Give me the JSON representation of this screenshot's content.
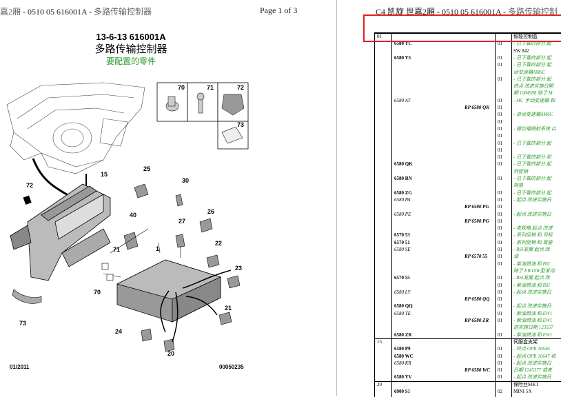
{
  "header": {
    "left_prefix": "嘉2厢",
    "left_text": " - 0510 05 616001A - ",
    "left_suffix": "多路传输控制器",
    "page": "Page 1 of 3",
    "right_prefix": "C4 凯旋  世嘉2厢",
    "right_text": " - 0510 05 616001A - ",
    "right_suffix": "多路传输控制"
  },
  "left_page": {
    "ref_code": "13-6-13 616001A",
    "title": "多路传输控制器",
    "subtitle": "要配置的零件",
    "footer_date": "01/2011",
    "footer_code": "00050235",
    "callouts": [
      "70",
      "71",
      "72",
      "73",
      "15",
      "25",
      "30",
      "72",
      "40",
      "26",
      "27",
      "22",
      "71",
      "1",
      "23",
      "70",
      "21",
      "73",
      "24",
      "20"
    ]
  },
  "table": {
    "rows": [
      {
        "grp": "01",
        "code": "",
        "rp": "",
        "qty": "",
        "desc": "智能控制盒",
        "black": true
      },
      {
        "grp": "",
        "code": "6580 YC",
        "rp": "",
        "qty": "01",
        "desc": "- 已下载的部分  起"
      },
      {
        "grp": "",
        "code": "",
        "rp": "",
        "qty": "",
        "desc": "SW 842",
        "black": true
      },
      {
        "grp": "",
        "code": "6580 Y5",
        "rp": "",
        "qty": "01",
        "desc": "- 已下载的部分  起"
      },
      {
        "grp": "",
        "code": "",
        "rp": "",
        "qty": "01",
        "desc": "- 已下载的部分  起"
      },
      {
        "grp": "",
        "code": "",
        "rp": "",
        "qty": "",
        "desc": "动变速箱AM6C"
      },
      {
        "grp": "",
        "code": "",
        "rp": "",
        "qty": "01",
        "desc": "- 已下载的部分  起"
      },
      {
        "grp": "",
        "code": "",
        "rp": "",
        "qty": "",
        "desc": "终点  改进实施日期"
      },
      {
        "grp": "",
        "code": "",
        "rp": "",
        "qty": "",
        "desc": "期  1084988 除了  M"
      },
      {
        "grp": "",
        "code": "6580 AT",
        "italic": true,
        "rp": "",
        "qty": "01",
        "desc": "- MC 手动变速箱  和"
      },
      {
        "grp": "",
        "code": "",
        "rp": "RP 6580 QK",
        "qty": "01",
        "desc": ""
      },
      {
        "grp": "",
        "code": "",
        "rp": "",
        "qty": "01",
        "desc": "- 自动变速箱AM6C"
      },
      {
        "grp": "",
        "code": "",
        "rp": "",
        "qty": "01",
        "desc": ""
      },
      {
        "grp": "",
        "code": "",
        "rp": "",
        "qty": "01",
        "desc": "- 德尔福喷射系统  以"
      },
      {
        "grp": "",
        "code": "",
        "rp": "",
        "qty": "01",
        "desc": ""
      },
      {
        "grp": "",
        "code": "",
        "rp": "",
        "qty": "01",
        "desc": "- 已下载的部分  起"
      },
      {
        "grp": "",
        "code": "",
        "rp": "",
        "qty": "01",
        "desc": ""
      },
      {
        "grp": "",
        "code": "",
        "rp": "",
        "qty": "01",
        "desc": "- 已下载的部分  和"
      },
      {
        "grp": "",
        "code": "6580 QK",
        "rp": "",
        "qty": "01",
        "desc": "- 已下载的部分  起"
      },
      {
        "grp": "",
        "code": "",
        "rp": "",
        "qty": "",
        "desc": "列促销"
      },
      {
        "grp": "",
        "code": "6580 RN",
        "rp": "",
        "qty": "01",
        "desc": "- 已下载的部分  起"
      },
      {
        "grp": "",
        "code": "",
        "rp": "",
        "qty": "",
        "desc": "规格"
      },
      {
        "grp": "",
        "code": "6580 ZG",
        "rp": "",
        "qty": "01",
        "desc": "- 已下载的部分  起"
      },
      {
        "grp": "",
        "code": "6580 PA",
        "italic": true,
        "rp": "",
        "qty": "01",
        "desc": "- 起点  改进实施日"
      },
      {
        "grp": "",
        "code": "",
        "rp": "RP 6580 PG",
        "qty": "01",
        "desc": ""
      },
      {
        "grp": "",
        "code": "6580 PE",
        "italic": true,
        "rp": "",
        "qty": "01",
        "desc": "- 起点  改进实施日"
      },
      {
        "grp": "",
        "code": "",
        "rp": "RP 6580 PG",
        "qty": "01",
        "desc": ""
      },
      {
        "grp": "",
        "code": "",
        "rp": "",
        "qty": "01",
        "desc": "- 老规格  起点  改进"
      },
      {
        "grp": "",
        "code": "6570 53",
        "rp": "",
        "qty": "01",
        "desc": "- 系列促销  和  司机"
      },
      {
        "grp": "",
        "code": "6570 51",
        "rp": "",
        "qty": "01",
        "desc": "- 系列促销  和  驾驶"
      },
      {
        "grp": "",
        "code": "6580 SE",
        "italic": true,
        "rp": "",
        "qty": "01",
        "desc": "- BSI发展  起点  改"
      },
      {
        "grp": "",
        "code": "",
        "rp": "RP 6570 55",
        "qty": "01",
        "desc": "油"
      },
      {
        "grp": "",
        "code": "",
        "rp": "",
        "qty": "01",
        "desc": "- 柴油燃油  和  BSI"
      },
      {
        "grp": "",
        "code": "",
        "rp": "",
        "qty": "",
        "desc": "除了  EW10W型发动"
      },
      {
        "grp": "",
        "code": "6570 55",
        "rp": "",
        "qty": "01",
        "desc": "- BSI发展  起点  改"
      },
      {
        "grp": "",
        "code": "",
        "rp": "",
        "qty": "01",
        "desc": "- 柴油燃油  和  BSI"
      },
      {
        "grp": "",
        "code": "6580 LY",
        "italic": true,
        "rp": "",
        "qty": "01",
        "desc": "- 起点  改进实施日"
      },
      {
        "grp": "",
        "code": "",
        "rp": "RP 6580 QQ",
        "qty": "01",
        "desc": ""
      },
      {
        "grp": "",
        "code": "6580 QQ",
        "rp": "",
        "qty": "01",
        "desc": "- 起点  改进实施日"
      },
      {
        "grp": "",
        "code": "6580 TE",
        "italic": true,
        "rp": "",
        "qty": "01",
        "desc": "- 柴油燃油  和  EW1"
      },
      {
        "grp": "",
        "code": "",
        "rp": "RP 6580 ZR",
        "qty": "01",
        "desc": "- 柴油燃油  和  EW1"
      },
      {
        "grp": "",
        "code": "",
        "rp": "",
        "qty": "",
        "desc": "进实施日期  123557"
      },
      {
        "grp": "",
        "code": "6580 ZR",
        "rp": "",
        "qty": "01",
        "desc": "- 柴油燃油  和  EW1"
      },
      {
        "grp": "15",
        "code": "",
        "rp": "",
        "qty": "",
        "desc": "伺服盒支架",
        "black": true
      },
      {
        "grp": "",
        "code": "6580 P9",
        "rp": "",
        "qty": "01",
        "desc": "- 终点  OPR 10646"
      },
      {
        "grp": "",
        "code": "6580 WC",
        "rp": "",
        "qty": "01",
        "desc": "- 起点  OPR 10647 和"
      },
      {
        "grp": "",
        "code": "6580 KR",
        "italic": true,
        "rp": "",
        "qty": "01",
        "desc": "- 起点  改进实施日"
      },
      {
        "grp": "",
        "code": "",
        "rp": "RP 6580 WC",
        "qty": "01",
        "desc": "日期  1245377 或者"
      },
      {
        "grp": "",
        "code": "6580 YV",
        "rp": "",
        "qty": "01",
        "desc": "- 起点  改进实施日"
      },
      {
        "grp": "20",
        "code": "",
        "rp": "",
        "qty": "",
        "desc": "保险丝MKT",
        "black": true
      },
      {
        "grp": "",
        "code": "6900 S1",
        "rp": "",
        "qty": "02",
        "desc": "MINI 5A",
        "black": true
      }
    ]
  }
}
